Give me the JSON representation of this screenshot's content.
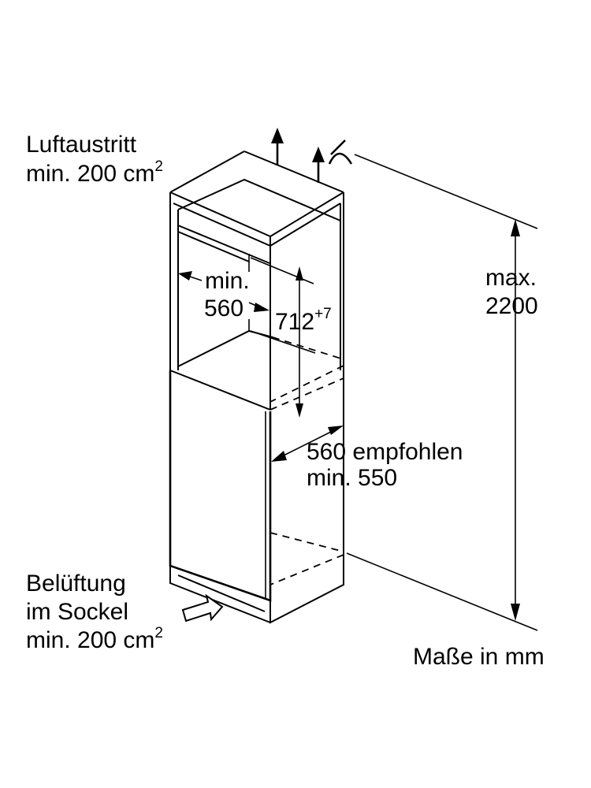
{
  "labels": {
    "air_outlet_title": "Luftaustritt",
    "air_outlet_value": "min. 200 cm",
    "air_outlet_exp": "2",
    "width_min_word": "min.",
    "width_min_value": "560",
    "height_value": "712",
    "height_tolerance": "+7",
    "max_word": "max.",
    "max_value": "2200",
    "depth_recommended": "560 empfohlen",
    "depth_min": "min. 550",
    "ventilation_line1": "Belüftung",
    "ventilation_line2": "im Sockel",
    "ventilation_value": "min. 200 cm",
    "ventilation_exp": "2",
    "units_note": "Maße in mm"
  }
}
